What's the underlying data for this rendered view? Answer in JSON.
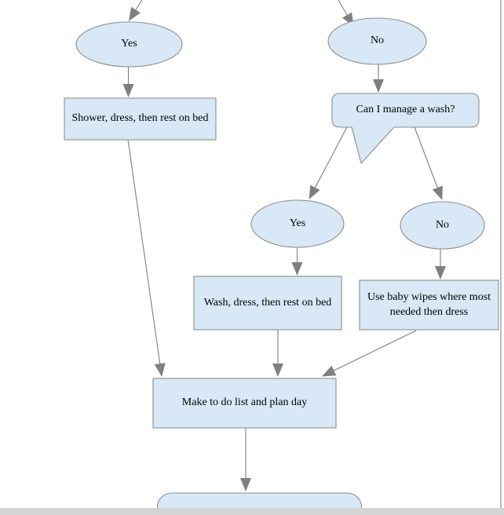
{
  "diagram": {
    "title": "Morning routine flowchart (partial view)",
    "colors": {
      "node_fill": "#d8e8f6",
      "node_border": "#8e8e8e",
      "connector": "#7f7f7f",
      "text": "#000000",
      "scrollbar_track": "#d4d4d4",
      "page_edge": "#bcbcbc"
    },
    "nodes": [
      {
        "id": "decision-yes-1",
        "shape": "ellipse",
        "label": "Yes"
      },
      {
        "id": "decision-no-1",
        "shape": "ellipse",
        "label": "No"
      },
      {
        "id": "process-shower",
        "shape": "rectangle",
        "label": "Shower, dress, then rest on bed"
      },
      {
        "id": "question-wash",
        "shape": "callout",
        "label": "Can I manage a wash?"
      },
      {
        "id": "decision-yes-2",
        "shape": "ellipse",
        "label": "Yes"
      },
      {
        "id": "decision-no-2",
        "shape": "ellipse",
        "label": "No"
      },
      {
        "id": "process-wash",
        "shape": "rectangle",
        "label": "Wash, dress, then rest on bed"
      },
      {
        "id": "process-wipes",
        "shape": "rectangle",
        "label": "Use baby wipes where most needed then dress"
      },
      {
        "id": "process-plan",
        "shape": "rectangle",
        "label": "Make to do list and plan day"
      },
      {
        "id": "terminator-end",
        "shape": "rounded-rectangle",
        "label": ""
      }
    ],
    "edges": [
      {
        "id": "edge-into-yes-1",
        "from": "offscreen-top",
        "to": "decision-yes-1"
      },
      {
        "id": "edge-yes1-shower",
        "from": "decision-yes-1",
        "to": "process-shower"
      },
      {
        "id": "edge-into-no-1",
        "from": "offscreen-top",
        "to": "decision-no-1"
      },
      {
        "id": "edge-no1-callout",
        "from": "decision-no-1",
        "to": "question-wash"
      },
      {
        "id": "edge-shower-plan",
        "from": "process-shower",
        "to": "process-plan"
      },
      {
        "id": "edge-callout-yes2",
        "from": "question-wash",
        "to": "decision-yes-2"
      },
      {
        "id": "edge-callout-no2",
        "from": "question-wash",
        "to": "decision-no-2"
      },
      {
        "id": "edge-yes2-wash",
        "from": "decision-yes-2",
        "to": "process-wash"
      },
      {
        "id": "edge-no2-wipes",
        "from": "decision-no-2",
        "to": "process-wipes"
      },
      {
        "id": "edge-wash-plan",
        "from": "process-wash",
        "to": "process-plan"
      },
      {
        "id": "edge-wipes-plan",
        "from": "process-wipes",
        "to": "process-plan"
      },
      {
        "id": "edge-plan-terminator",
        "from": "process-plan",
        "to": "terminator-end"
      }
    ]
  }
}
